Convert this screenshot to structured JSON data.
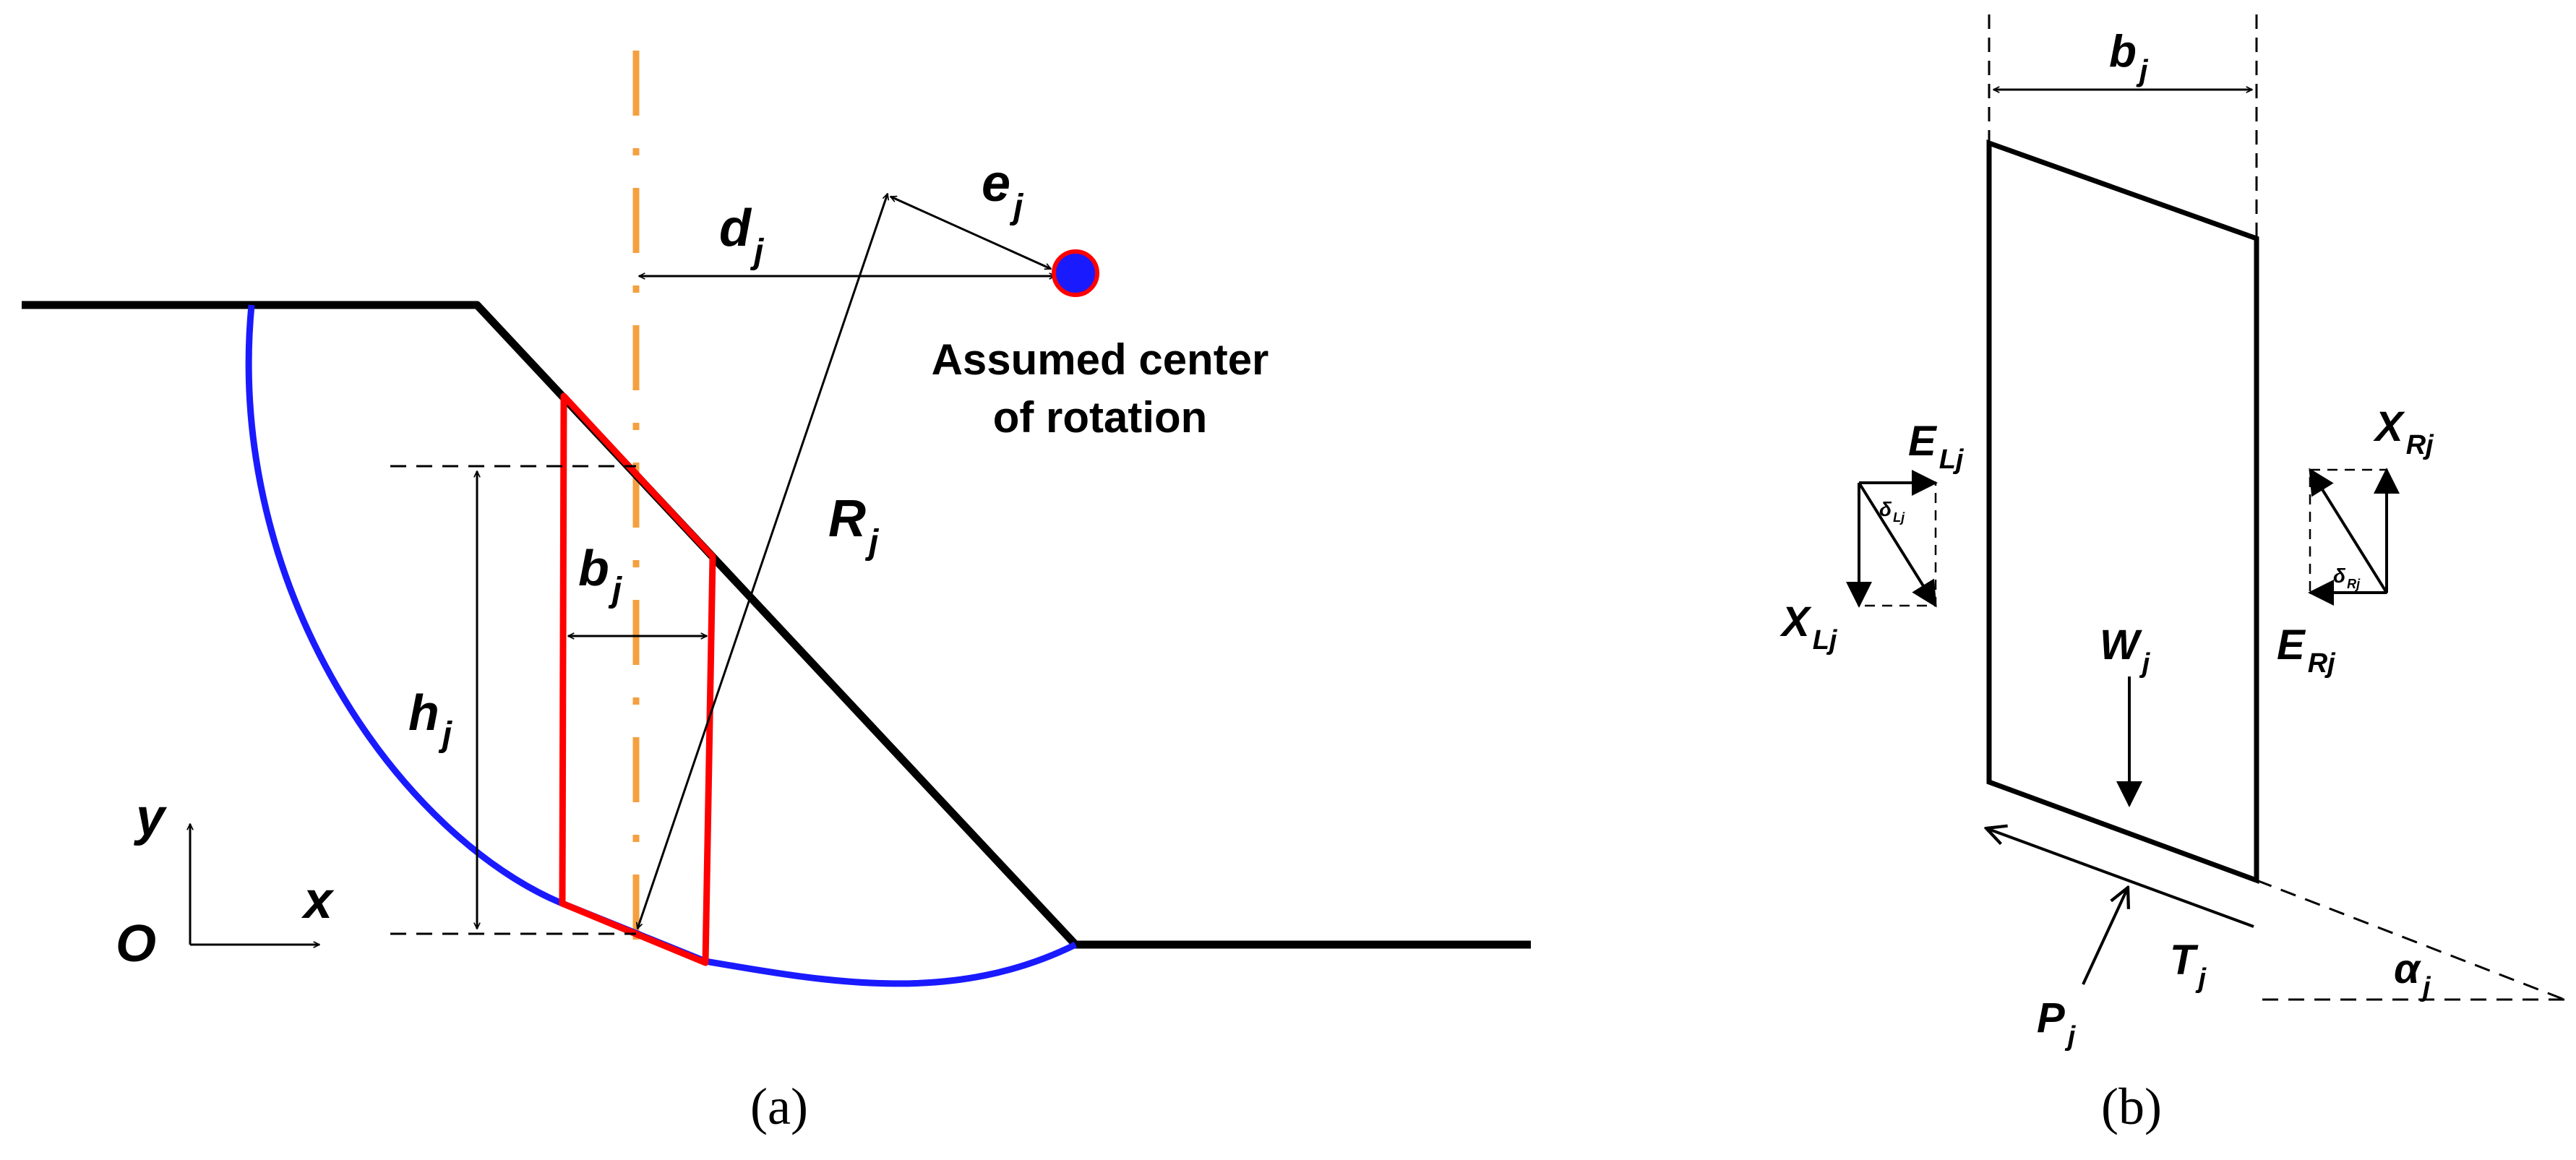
{
  "colors": {
    "ground": "#000000",
    "slip_surface": "#1a1aff",
    "slice": "#ff0000",
    "centerline": "#f5a040",
    "center_fill": "#1a1aff",
    "center_stroke": "#ff0000"
  },
  "panel_a": {
    "caption": "(a)",
    "labels": {
      "d": "d",
      "d_sub": "j",
      "e": "e",
      "e_sub": "j",
      "R": "R",
      "R_sub": "j",
      "b": "b",
      "b_sub": "j",
      "h": "h",
      "h_sub": "j",
      "y": "y",
      "x": "x",
      "O": "O"
    },
    "center_note": [
      "Assumed center",
      "of rotation"
    ]
  },
  "panel_b": {
    "caption": "(b)",
    "labels": {
      "b": "b",
      "b_sub": "j",
      "EL": "E",
      "EL_sub": "Lj",
      "XL": "X",
      "XL_sub": "Lj",
      "deltaL": "δ",
      "deltaL_sub": "Lj",
      "XR": "X",
      "XR_sub": "Rj",
      "ER": "E",
      "ER_sub": "Rj",
      "deltaR": "δ",
      "deltaR_sub": "Rj",
      "W": "W",
      "W_sub": "j",
      "T": "T",
      "T_sub": "j",
      "P": "P",
      "P_sub": "j",
      "alpha": "α",
      "alpha_sub": "j"
    }
  }
}
